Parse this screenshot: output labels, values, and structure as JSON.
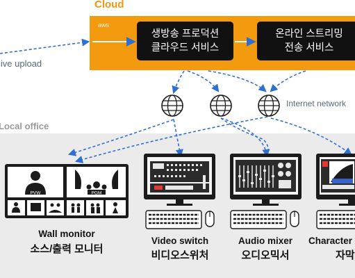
{
  "cloud": {
    "label": "Cloud",
    "aws_tag": "aws",
    "services": [
      {
        "line1": "생방송 프로덕션",
        "line2": "클라우드 서비스"
      },
      {
        "line1": "온라인 스트리밍",
        "line2": "전송 서비스"
      }
    ]
  },
  "edges": {
    "live_upload": "live upload",
    "internet_network": "Internet network"
  },
  "local": {
    "label": "Local office",
    "wall_monitor": {
      "en": "Wall monitor",
      "ko": "소스/출력 모니터",
      "pvw": "PVW",
      "pgm": "PGM"
    },
    "video_switch": {
      "en": "Video switch",
      "ko": "비디오스위처"
    },
    "audio_mixer": {
      "en": "Audio mixer",
      "ko": "오디오믹서"
    },
    "character": {
      "en": "Character",
      "ko": "자막"
    }
  },
  "colors": {
    "cloud_orange": "#f39a0f",
    "arrow_blue": "#2f6fd1",
    "dark": "#1b1b1b",
    "band_gray": "#ebebeb"
  },
  "icons": [
    "globe-icon",
    "globe-icon",
    "globe-icon",
    "monitor-icon",
    "keyboard-icon",
    "mouse-icon",
    "person-icon"
  ]
}
